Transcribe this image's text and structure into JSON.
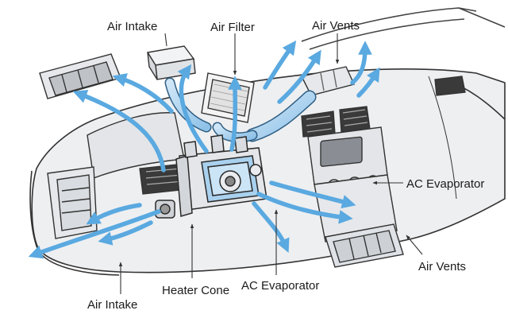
{
  "labels": {
    "air_intake_top": "Air Intake",
    "air_filter": "Air Filter",
    "air_vents_top": "Air Vents",
    "ac_evaporator_right": "AC Evaporator",
    "air_vents_bottom": "Air Vents",
    "heater_core": "Heater Cone",
    "ac_evaporator_bottom": "AC Evaporator",
    "air_intake_bottom": "Air Intake"
  },
  "colors": {
    "airflow": "#5aa9e0",
    "outline": "#333333",
    "dash_fill": "#eeeff1",
    "hvac_core": "#a9d1ee"
  }
}
